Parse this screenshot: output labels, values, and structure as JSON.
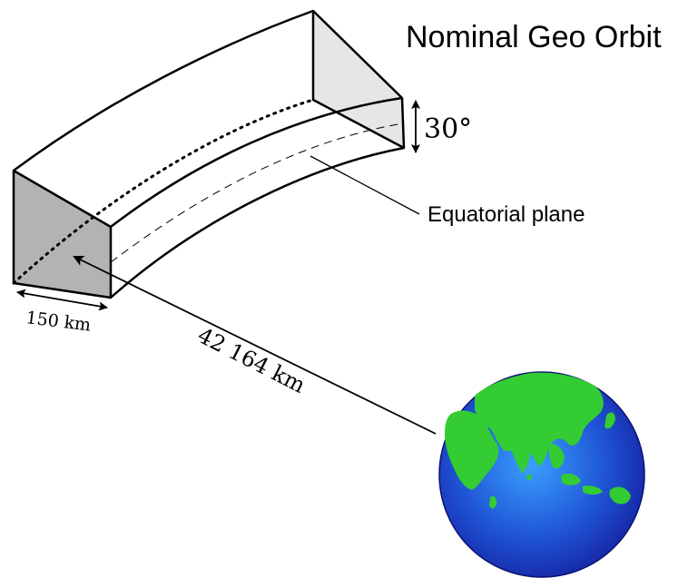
{
  "title": "Nominal Geo Orbit",
  "labels": {
    "angle": "30°",
    "plane": "Equatorial plane",
    "width": "150 km",
    "distance": "42 164 km"
  },
  "colors": {
    "front_face": "#b3b3b3",
    "back_face": "#e6e6e6",
    "ocean_light": "#3a8cf2",
    "ocean_dark": "#1b1fb3",
    "land": "#33cc33"
  },
  "icons": {
    "earth": "earth-globe-icon"
  }
}
